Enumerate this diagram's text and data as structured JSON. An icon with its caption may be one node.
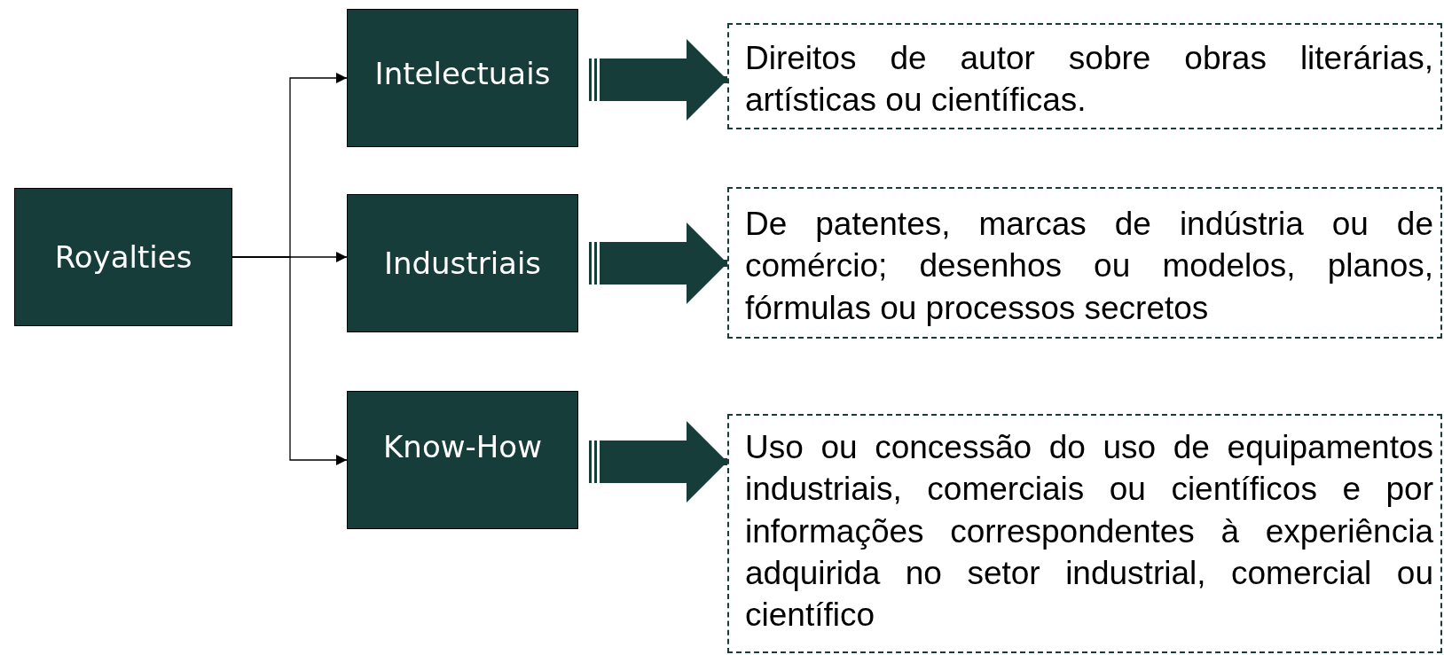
{
  "diagram": {
    "nodes": [
      {
        "text": [
          "Royalties"
        ]
      },
      {
        "text": [
          "Intelectuais"
        ]
      },
      {
        "text": [
          "Industriais"
        ]
      },
      {
        "text": [
          "Know-How"
        ]
      },
      {
        "text": [
          "Direitos de autor sobre obras literárias, artísticas ou científicas."
        ]
      },
      {
        "text": [
          "De patentes, marcas de indústria ou de comércio; desenhos ou modelos, planos, fórmulas ou processos secretos"
        ]
      },
      {
        "text": [
          "Uso ou concessão do uso de equipamentos industriais, comerciais ou científicos e por informações correspondentes à experiência adquirida no setor industrial, comercial ou científico"
        ]
      }
    ],
    "edges": [
      {
        "from": 0,
        "to": 1,
        "arrow": "to"
      },
      {
        "from": 0,
        "to": 2,
        "arrow": "to"
      },
      {
        "from": 0,
        "to": 3,
        "arrow": "to"
      },
      {
        "from": 1,
        "to": 4,
        "arrow": "to",
        "style": "thick",
        "color": "#173d3a"
      },
      {
        "from": 2,
        "to": 5,
        "arrow": "to",
        "style": "thick",
        "color": "#173d3a"
      },
      {
        "from": 3,
        "to": 6,
        "arrow": "to",
        "style": "thick",
        "color": "#173d3a"
      }
    ]
  }
}
